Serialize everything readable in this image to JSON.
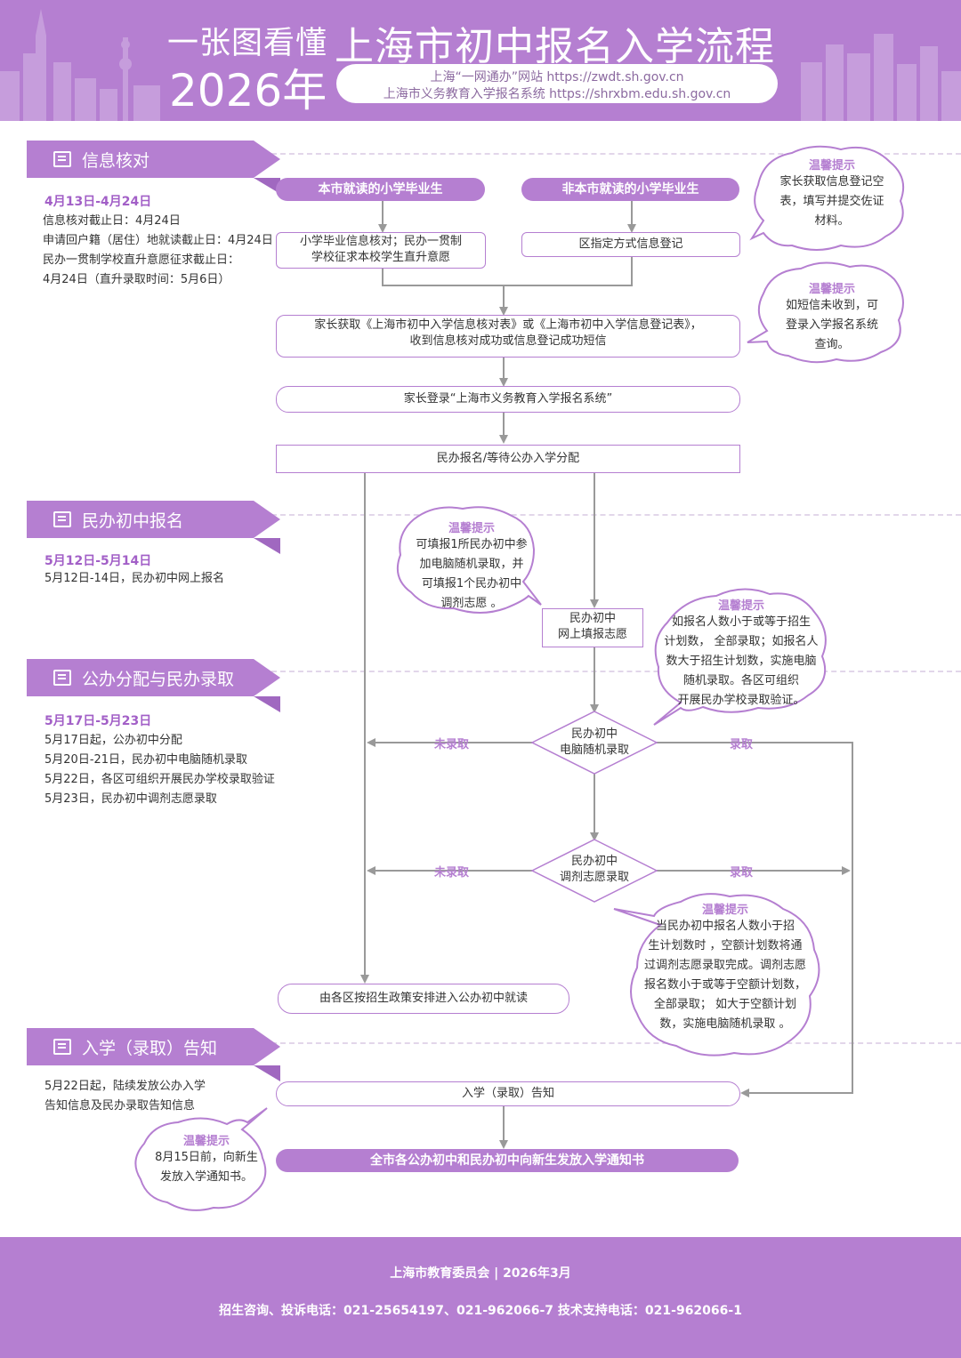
{
  "header": {
    "title_small": "一张图看懂",
    "year": "2026年",
    "title_main": "上海市初中报名入学流程",
    "url_line1": "上海“一网通办”网站 https://zwdt.sh.gov.cn",
    "url_line2": "上海市义务教育入学报名系统 https://shrxbm.edu.sh.gov.cn"
  },
  "sections": {
    "s1": {
      "title": "信息核对",
      "date_range": "4月13日-4月24日",
      "lines": [
        "信息核对截止日：4月24日",
        "申请回户籍（居住）地就读截止日：4月24日",
        "民办一贯制学校直升意愿征求截止日：",
        "4月24日（直升录取时间：5月6日）"
      ]
    },
    "s2": {
      "title": "民办初中报名",
      "date_range": "5月12日-5月14日",
      "lines": [
        "5月12日-14日，民办初中网上报名"
      ]
    },
    "s3": {
      "title": "公办分配与民办录取",
      "date_range": "5月17日-5月23日",
      "lines": [
        "5月17日起，公办初中分配",
        "5月20日-21日，民办初中电脑随机录取",
        "5月22日，各区可组织开展民办学校录取验证",
        "5月23日，民办初中调剂志愿录取"
      ]
    },
    "s4": {
      "title": "入学（录取）告知",
      "lines": [
        "5月22日起，陆续发放公办入学",
        "告知信息及民办录取告知信息"
      ]
    }
  },
  "flow": {
    "local_grad": "本市就读的小学毕业生",
    "nonlocal_grad": "非本市就读的小学毕业生",
    "local_step_1": "小学毕业信息核对；民办一贯制",
    "local_step_2": "学校征求本校学生直升意愿",
    "nonlocal_step": "区指定方式信息登记",
    "parent_get_1": "家长获取《上海市初中入学信息核对表》或《上海市初中入学信息登记表》，",
    "parent_get_2": "收到信息核对成功或信息登记成功短信",
    "parent_login": "家长登录“上海市义务教育入学报名系统”",
    "choose": "民办报名/等待公办入学分配",
    "online_fill_1": "民办初中",
    "online_fill_2": "网上填报志愿",
    "diamond1_1": "民办初中",
    "diamond1_2": "电脑随机录取",
    "diamond2_1": "民办初中",
    "diamond2_2": "调剂志愿录取",
    "not_admitted": "未录取",
    "admitted": "录取",
    "public_assign": "由各区按招生政策安排进入公办初中就读",
    "notice": "入学（录取）告知",
    "final": "全市各公办初中和民办初中向新生发放入学通知书"
  },
  "tips": {
    "title": "温馨提示",
    "t1": [
      "家长获取信息登记空",
      "表，填写并提交佐证",
      "材料。"
    ],
    "t2": [
      "如短信未收到，可",
      "登录入学报名系统",
      "查询。"
    ],
    "t3": [
      "可填报1所民办初中参",
      "加电脑随机录取，并",
      "可填报1个民办初中",
      "调剂志愿 。"
    ],
    "t4": [
      "如报名人数小于或等于招生",
      "计划数， 全部录取；如报名人",
      "数大于招生计划数，实施电脑",
      "随机录取。各区可组织",
      "开展民办学校录取验证。"
    ],
    "t5": [
      "当民办初中报名人数小于招",
      "生计划数时 ，空额计划数将通",
      "过调剂志愿录取完成。调剂志愿",
      "报名数小于或等于空额计划数，",
      "全部录取； 如大于空额计划",
      "数，实施电脑随机录取 。"
    ],
    "t6": [
      "8月15日前，向新生",
      "发放入学通知书。"
    ]
  },
  "footer": {
    "org_date": "上海市教育委员会  |  2026年3月",
    "phones": "招生咨询、投诉电话：021-25654197、021-962066-7      技术支持电话：021-962066-1"
  },
  "colors": {
    "accent": "#b57fd1",
    "accent_dark": "#a25fc7",
    "line": "#999999"
  }
}
